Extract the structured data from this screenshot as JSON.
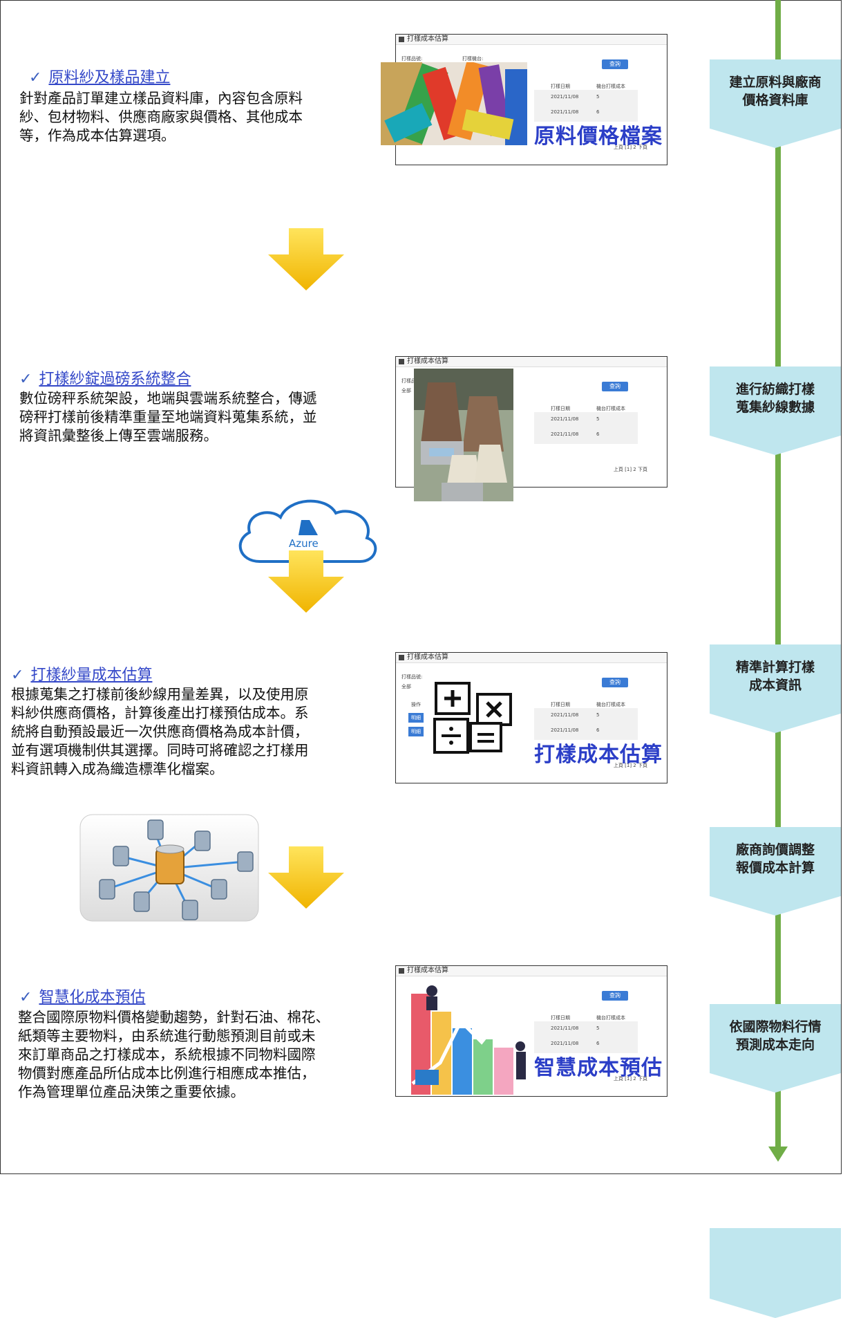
{
  "steps": [
    {
      "check": "✓",
      "title": "原料紗及樣品建立",
      "desc": "針對產品訂單建立樣品資料庫，內容包含原料\n紗、包材物料、供應商廠家與價格、其他成本\n等，作為成本估算選項。"
    },
    {
      "check": "✓",
      "title": "打樣紗錠過磅系統整合",
      "desc": "數位磅秤系統架設，地端與雲端系統整合，傳遞\n磅秤打樣前後精準重量至地端資料蒐集系統，並\n將資訊彙整後上傳至雲端服務。"
    },
    {
      "check": "✓",
      "title": "打樣紗量成本估算",
      "desc": "根據蒐集之打樣前後紗線用量差異，以及使用原\n料紗供應商價格，計算後產出打樣預估成本。系\n統將自動預設最近一次供應商價格為成本計價，\n並有選項機制供其選擇。同時可將確認之打樣用\n料資訊轉入成為織造標準化檔案。"
    },
    {
      "check": "✓",
      "title": "智慧化成本預估",
      "desc": "整合國際原物料價格變動趨勢，針對石油、棉花、\n紙類等主要物料，由系統進行動態預測目前或未\n來訂單商品之打樣成本，系統根據不同物料國際\n物價對應產品所佔成本比例進行相應成本推估，\n作為管理單位產品決策之重要依據。"
    }
  ],
  "timeline": [
    "建立原料與廠商\n價格資料庫",
    "進行紡織打樣\n蒐集紗線數據",
    "精準計算打樣\n成本資訊",
    "廠商詢價調整\n報價成本計算",
    "依國際物料行情\n預測成本走向"
  ],
  "screen": {
    "title": "打樣成本估算",
    "field1": "打樣品號:",
    "field2": "打樣機台:",
    "select": "全部",
    "query": "查詢",
    "col_op": "操作",
    "col_date": "打樣日期",
    "col_cost": "機台打樣成本",
    "row1_date": "2021/11/08",
    "row1_val": "5",
    "row2_date": "2021/11/08",
    "row2_val": "6",
    "btn_detail": "明細",
    "pager_prev": "上頁",
    "pager_1": "1",
    "pager_2": "2",
    "pager_next": "下頁"
  },
  "overlays": {
    "shot1": "原料價格檔案",
    "shot3": "打樣成本估算",
    "shot4": "智慧成本預估"
  },
  "cloud": {
    "label": "Azure"
  },
  "colors": {
    "timeline": "#70ad47",
    "chevron": "#bfe6ee",
    "arrow": "#f5c400",
    "title_blue": "#3347c8"
  }
}
